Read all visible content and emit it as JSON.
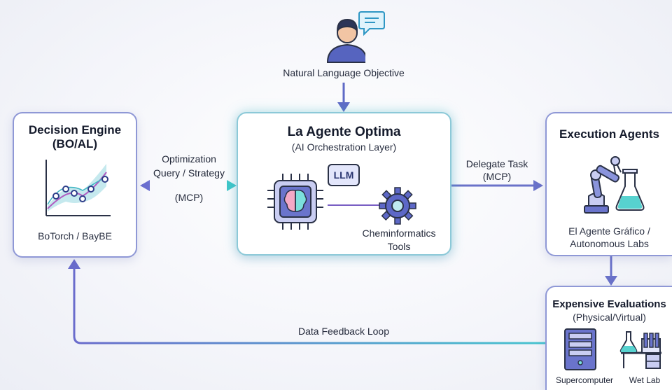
{
  "user": {
    "objective_label": "Natural Language Objective"
  },
  "decision_engine": {
    "title": "Decision Engine",
    "subtitle": "(BO/AL)",
    "footer": "BoTorch / BayBE"
  },
  "left_link": {
    "line1": "Optimization",
    "line2": "Query / Strategy",
    "protocol": "(MCP)"
  },
  "orchestrator": {
    "title": "La Agente Optima",
    "subtitle": "(AI Orchestration Layer)",
    "llm_label": "LLM",
    "tools_line1": "Cheminformatics",
    "tools_line2": "Tools"
  },
  "right_link": {
    "line1": "Delegate Task",
    "line2": "(MCP)"
  },
  "execution": {
    "title": "Execution Agents",
    "footer_line1": "El Agente Gráfico /",
    "footer_line2": "Autonomous Labs"
  },
  "evaluations": {
    "title": "Expensive Evaluations",
    "subtitle": "(Physical/Virtual)",
    "item1": "Supercomputer",
    "item2": "Wet Lab"
  },
  "feedback": {
    "label": "Data Feedback Loop"
  },
  "colors": {
    "accent_purple": "#5d68c7",
    "accent_teal": "#3fc7c9",
    "box_border": "#8f98d6"
  }
}
